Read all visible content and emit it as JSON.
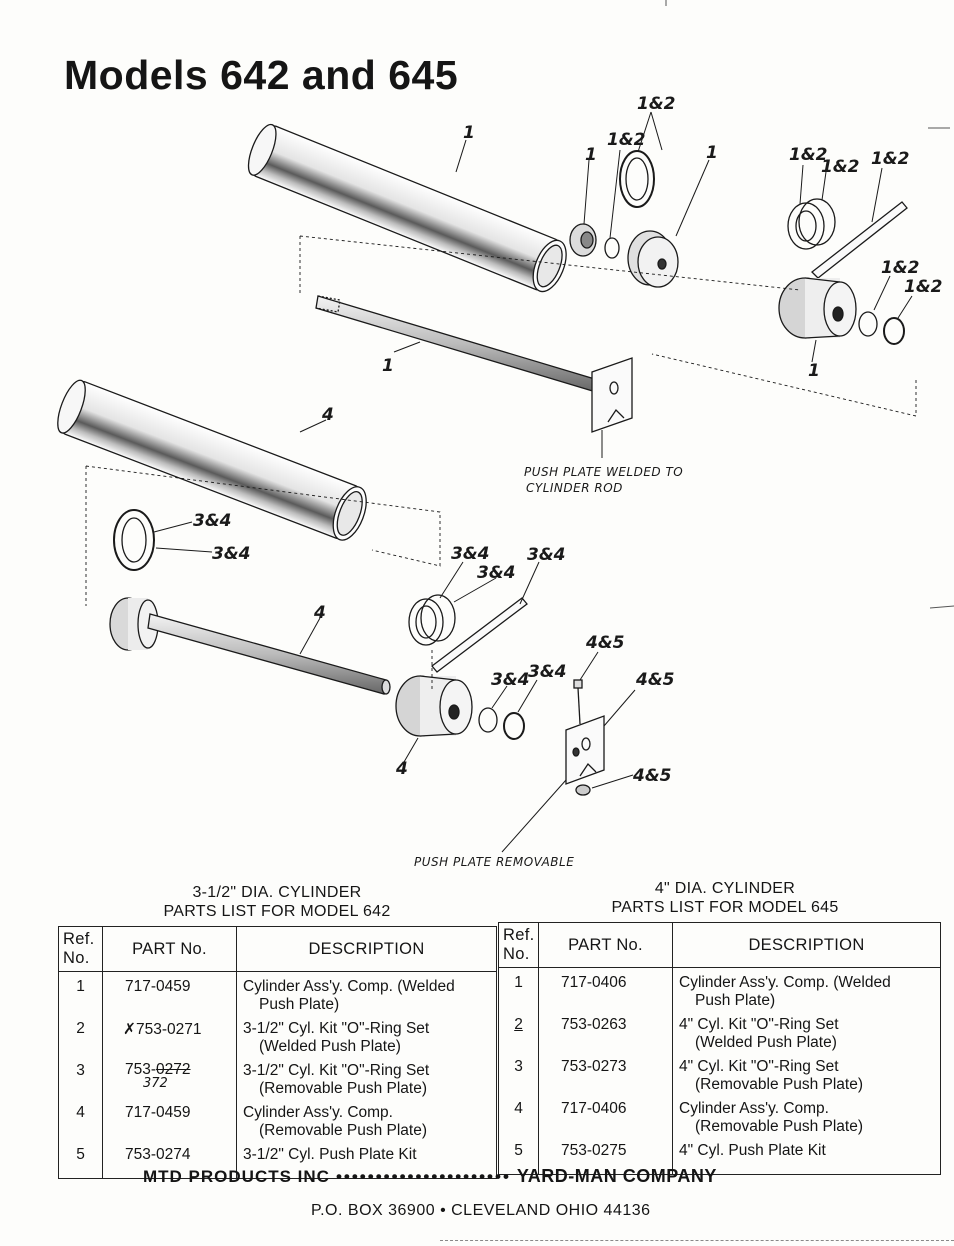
{
  "page": {
    "title": "Models  642 and 645"
  },
  "diagram": {
    "callouts": {
      "c1": "1&2",
      "c2": "1&2",
      "c3": "1",
      "c4": "1",
      "c5": "1",
      "c6": "1&2",
      "c7": "1&2",
      "c8": "1&2",
      "c9": "1&2",
      "c10": "1&2",
      "c11": "1",
      "c12": "1",
      "c13": "4",
      "c14": "3&4",
      "c15": "3&4",
      "c16": "3&4",
      "c17": "3&4",
      "c18": "3&4",
      "c19": "4",
      "c20": "4&5",
      "c21": "3&4",
      "c22": "3&4",
      "c23": "4&5",
      "c24": "4&5",
      "c25": "4"
    },
    "caption_welded_line1": "PUSH  PLATE WELDED  TO",
    "caption_welded_line2": "CYLINDER  ROD",
    "caption_removable": "PUSH PLATE REMOVABLE"
  },
  "parts_642": {
    "heading_line1": "3-1/2\" DIA. CYLINDER",
    "heading_line2": "PARTS LIST FOR MODEL 642",
    "col_ref": "Ref. No.",
    "col_part": "PART No.",
    "col_desc": "DESCRIPTION",
    "rows": [
      {
        "ref": "1",
        "part": "717-0459",
        "desc1": "Cylinder Ass'y. Comp. (Welded",
        "desc2": "Push Plate)"
      },
      {
        "ref": "2",
        "part": "753-0271",
        "part_mark": "✗",
        "desc1": "3-1/2\" Cyl. Kit \"O\"-Ring Set",
        "desc2": "(Welded Push Plate)"
      },
      {
        "ref": "3",
        "part_prefix": "753-",
        "part_struck": "0272",
        "part_note": "372",
        "desc1": "3-1/2\" Cyl. Kit \"O\"-Ring Set",
        "desc2": "(Removable Push Plate)"
      },
      {
        "ref": "4",
        "part": "717-0459",
        "desc1": "Cylinder Ass'y. Comp.",
        "desc2": "(Removable Push Plate)"
      },
      {
        "ref": "5",
        "part": "753-0274",
        "desc1": "3-1/2\" Cyl.  Push Plate Kit",
        "desc2": ""
      }
    ]
  },
  "parts_645": {
    "heading_line1": "4\" DIA. CYLINDER",
    "heading_line2": "PARTS LIST FOR MODEL 645",
    "col_ref": "Ref. No.",
    "col_part": "PART No.",
    "col_desc": "DESCRIPTION",
    "rows": [
      {
        "ref": "1",
        "part": "717-0406",
        "desc1": "Cylinder Ass'y. Comp. (Welded",
        "desc2": "Push Plate)"
      },
      {
        "ref": "2",
        "part": "753-0263",
        "desc1": "4\" Cyl. Kit \"O\"-Ring Set",
        "desc2": "(Welded Push Plate)"
      },
      {
        "ref": "3",
        "part": "753-0273",
        "desc1": "4\" Cyl. Kit \"O\"-Ring Set",
        "desc2": "(Removable Push Plate)"
      },
      {
        "ref": "4",
        "part": "717-0406",
        "desc1": "Cylinder Ass'y. Comp.",
        "desc2": "(Removable Push Plate)"
      },
      {
        "ref": "5",
        "part": "753-0275",
        "desc1": "4\" Cyl.  Push Plate Kit",
        "desc2": ""
      }
    ]
  },
  "footer": {
    "company": "MTD PRODUCTS INC",
    "dots": "••••••••••••••••••••••",
    "division": "YARD-MAN COMPANY",
    "address": "P.O. BOX 36900  •  CLEVELAND OHIO 44136"
  }
}
